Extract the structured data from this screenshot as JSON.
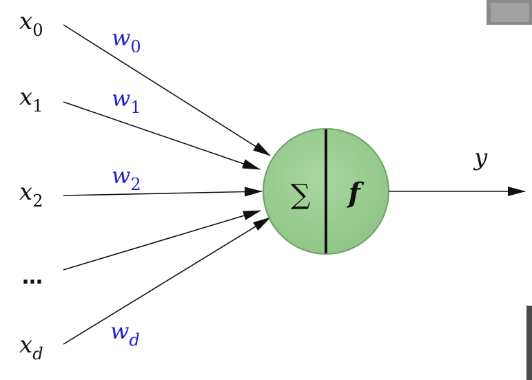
{
  "inputs": [
    {
      "base": "x",
      "sub": "0"
    },
    {
      "base": "x",
      "sub": "1"
    },
    {
      "base": "x",
      "sub": "2"
    },
    {
      "base": "…",
      "sub": ""
    },
    {
      "base": "x",
      "sub": "d"
    }
  ],
  "weights": [
    {
      "base": "w",
      "sub": "0"
    },
    {
      "base": "w",
      "sub": "1"
    },
    {
      "base": "w",
      "sub": "2"
    },
    {
      "base": "w",
      "sub": "d"
    }
  ],
  "neuron": {
    "sum_symbol": "∑",
    "activation_symbol": "f"
  },
  "output": {
    "label": "y"
  },
  "colors": {
    "node_fill": "#9fcf96",
    "node_stroke": "#6f9f66",
    "weight_text": "#1f20c8",
    "arrows": "#111111"
  }
}
